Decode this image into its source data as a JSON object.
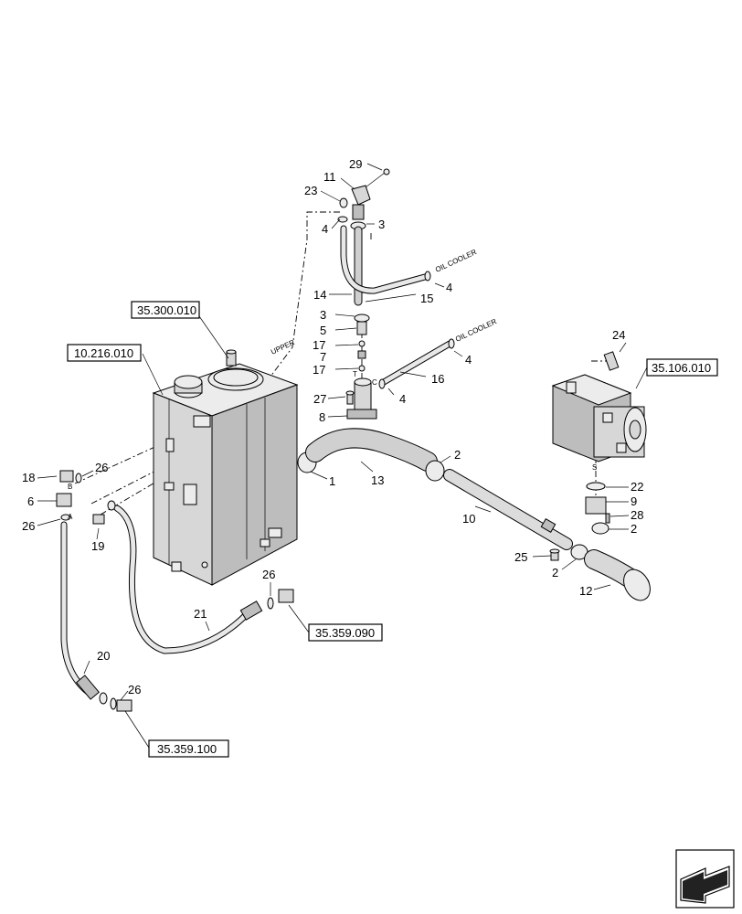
{
  "callouts": [
    {
      "id": "c1",
      "text": "1"
    },
    {
      "id": "c2a",
      "text": "2"
    },
    {
      "id": "c2b",
      "text": "2"
    },
    {
      "id": "c2c",
      "text": "2"
    },
    {
      "id": "c3a",
      "text": "3"
    },
    {
      "id": "c3b",
      "text": "3"
    },
    {
      "id": "c4a",
      "text": "4"
    },
    {
      "id": "c4b",
      "text": "4"
    },
    {
      "id": "c4c",
      "text": "4"
    },
    {
      "id": "c4d",
      "text": "4"
    },
    {
      "id": "c5",
      "text": "5"
    },
    {
      "id": "c6",
      "text": "6"
    },
    {
      "id": "c7a",
      "text": "7"
    },
    {
      "id": "c7b",
      "text": "7"
    },
    {
      "id": "c8",
      "text": "8"
    },
    {
      "id": "c9",
      "text": "9"
    },
    {
      "id": "c10",
      "text": "10"
    },
    {
      "id": "c11",
      "text": "11"
    },
    {
      "id": "c12",
      "text": "12"
    },
    {
      "id": "c13",
      "text": "13"
    },
    {
      "id": "c14",
      "text": "14"
    },
    {
      "id": "c15",
      "text": "15"
    },
    {
      "id": "c16",
      "text": "16"
    },
    {
      "id": "c17a",
      "text": "17"
    },
    {
      "id": "c17b",
      "text": "17"
    },
    {
      "id": "c18",
      "text": "18"
    },
    {
      "id": "c19",
      "text": "19"
    },
    {
      "id": "c20",
      "text": "20"
    },
    {
      "id": "c21",
      "text": "21"
    },
    {
      "id": "c22",
      "text": "22"
    },
    {
      "id": "c23",
      "text": "23"
    },
    {
      "id": "c24",
      "text": "24"
    },
    {
      "id": "c25",
      "text": "25"
    },
    {
      "id": "c26a",
      "text": "26"
    },
    {
      "id": "c26b",
      "text": "26"
    },
    {
      "id": "c26c",
      "text": "26"
    },
    {
      "id": "c26d",
      "text": "26"
    },
    {
      "id": "c27",
      "text": "27"
    },
    {
      "id": "c28",
      "text": "28"
    },
    {
      "id": "c29",
      "text": "29"
    }
  ],
  "references": {
    "ref_35300010": "35.300.010",
    "ref_10216010": "10.216.010",
    "ref_35106010": "35.106.010",
    "ref_35359090": "35.359.090",
    "ref_35359100": "35.359.100"
  },
  "annotations": {
    "oil_cooler_1": "OIL COOLER",
    "oil_cooler_2": "OIL COOLER",
    "upper": "UPPER",
    "port_b": "B",
    "port_a": "A",
    "port_s": "S",
    "port_c": "C",
    "port_t": "T"
  },
  "nav": {
    "icon": "next-page-arrow-icon"
  }
}
